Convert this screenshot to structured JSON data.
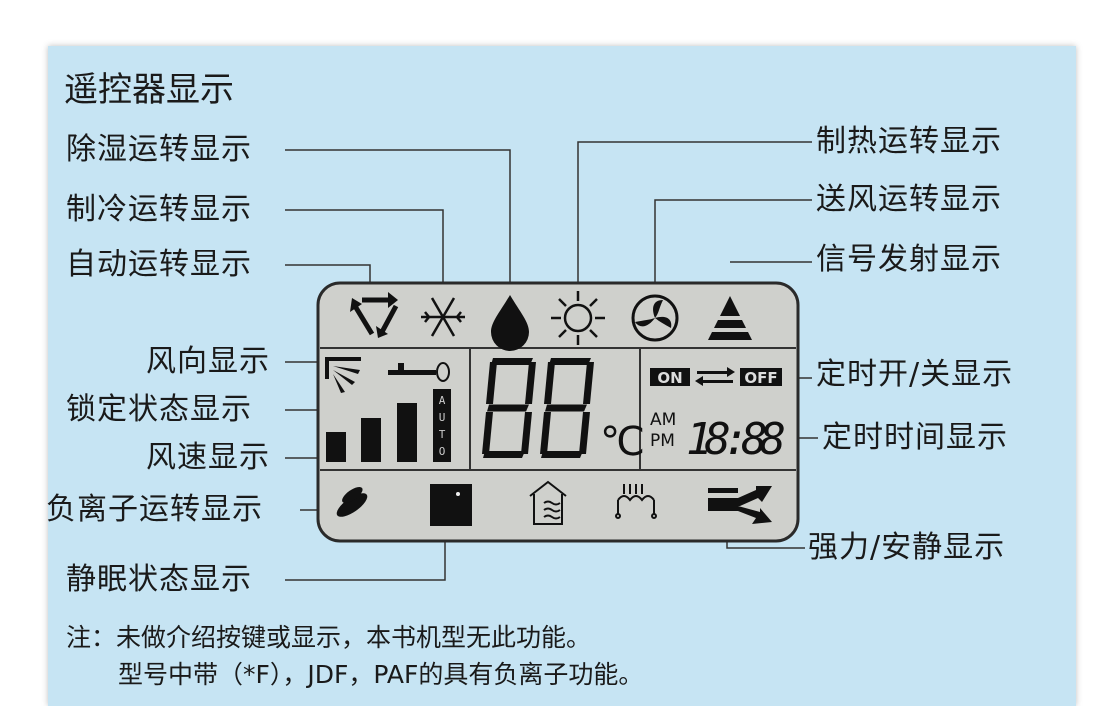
{
  "title": "遥控器显示",
  "left_labels": {
    "dehumidify": "除湿运转显示",
    "cooling": "制冷运转显示",
    "auto": "自动运转显示",
    "wind_direction": "风向显示",
    "lock": "锁定状态显示",
    "fan_speed": "风速显示",
    "anion": "负离子运转显示",
    "sleep": "静眠状态显示"
  },
  "right_labels": {
    "heating": "制热运转显示",
    "fan_only": "送风运转显示",
    "signal": "信号发射显示",
    "timer_onoff": "定时开/关显示",
    "timer_time": "定时时间显示",
    "turbo_quiet": "强力/安静显示"
  },
  "lcd": {
    "temperature": "88",
    "unit": "℃",
    "on": "ON",
    "off": "OFF",
    "am": "AM",
    "pm": "PM",
    "time": "18:88",
    "auto_text": "AUTO",
    "icons": [
      "auto-cycle-icon",
      "snowflake-icon",
      "water-drop-icon",
      "sun-icon",
      "fan-icon",
      "signal-triangle-icon",
      "swing-icon",
      "key-icon",
      "fan-speed-bars-icon",
      "leaf-icon",
      "moon-icon",
      "house-icon",
      "heater-icon",
      "turbo-arrows-icon"
    ]
  },
  "colors": {
    "panel": "#c6e4f3",
    "lcd": "#cfd0cc",
    "segment": "#111111"
  },
  "notes": {
    "line1": "注：未做介绍按键或显示，本书机型无此功能。",
    "line2": "型号中带（*F），JDF，PAF的具有负离子功能。"
  }
}
